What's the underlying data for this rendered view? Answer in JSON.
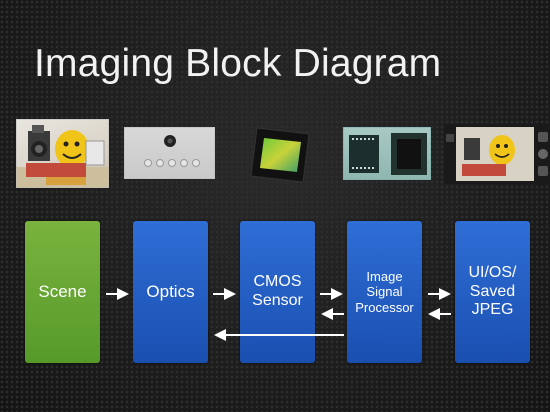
{
  "slide": {
    "title": "Imaging Block Diagram"
  },
  "photos": [
    {
      "name": "scene-photo"
    },
    {
      "name": "optics-lens-photo"
    },
    {
      "name": "cmos-sensor-chip-photo"
    },
    {
      "name": "image-signal-processor-chip-photo"
    },
    {
      "name": "camera-phone-screen-photo"
    }
  ],
  "blocks": [
    {
      "label": "Scene",
      "color": "#6aa935"
    },
    {
      "label": "Optics",
      "color": "#2660c7"
    },
    {
      "label": "CMOS\nSensor",
      "color": "#2660c7"
    },
    {
      "label": "Image\nSignal\nProcessor",
      "color": "#2660c7"
    },
    {
      "label": "UI/OS/\nSaved\nJPEG",
      "color": "#2660c7"
    }
  ],
  "colors": {
    "background": "#1c1c1c",
    "title_text": "#f2f2f2",
    "arrow": "#ffffff"
  }
}
